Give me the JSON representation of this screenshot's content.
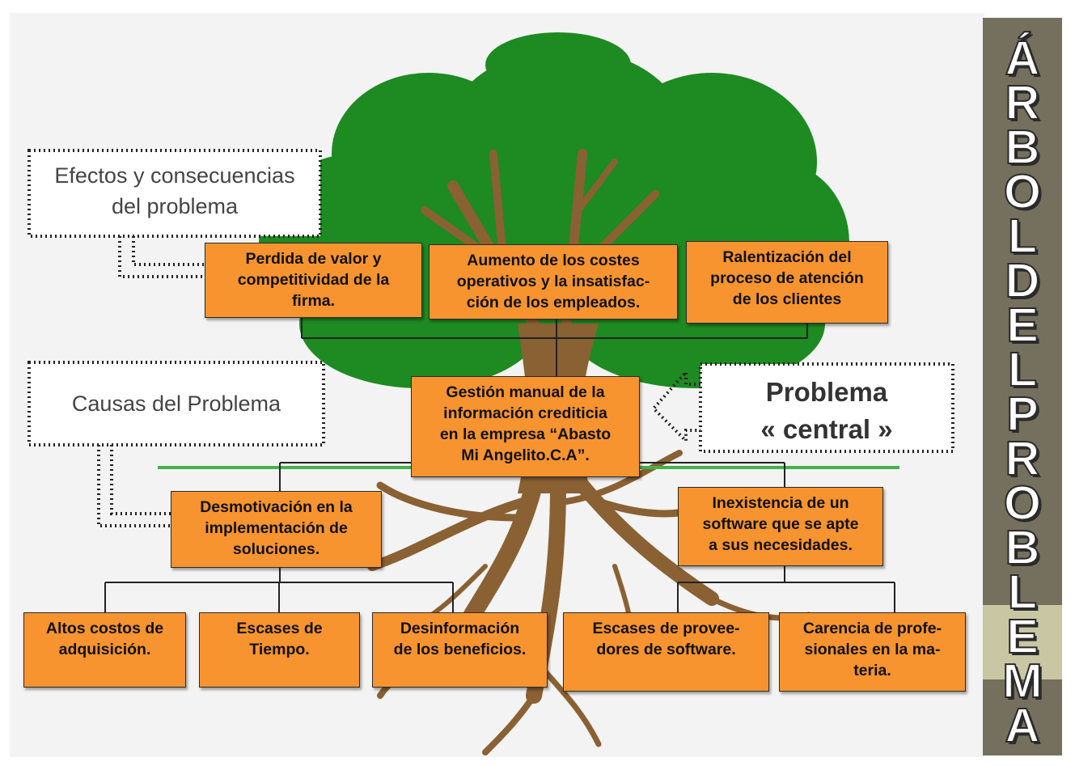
{
  "colors": {
    "box_fill": "#f7942f",
    "canopy": "#1e8a22",
    "trunk": "#8a6133",
    "ground_line": "#43b349",
    "side_bar": "#75705d",
    "side_bar_light": "#c9c7a3"
  },
  "title": "ÁRBOL DEL PROBLEMA",
  "labels": {
    "effects": "Efectos y consecuencias\ndel problema",
    "causes": "Causas del Problema",
    "central": "Problema\n« central »"
  },
  "effects": [
    "Perdida de valor y\ncompetitividad de la\nfirma.",
    "Aumento de los costes\noperativos y la insatisfac-\nción de los empleados.",
    "Ralentización del\nproceso de atención\nde los clientes"
  ],
  "central_problem": "Gestión manual de la\ninformación crediticia\nen la empresa “Abasto\nMi Angelito.C.A”.",
  "causes": [
    "Desmotivación en la\nimplementación de\nsoluciones.",
    "Inexistencia de un\nsoftware que se apte\na sus necesidades."
  ],
  "sub_causes": [
    "Altos costos de\nadquisición.",
    "Escases de\nTiempo.",
    "Desinformación\nde los beneficios.",
    "Escases de provee-\ndores  de software.",
    "Carencia de profe-\nsionales en la ma-\nteria."
  ]
}
